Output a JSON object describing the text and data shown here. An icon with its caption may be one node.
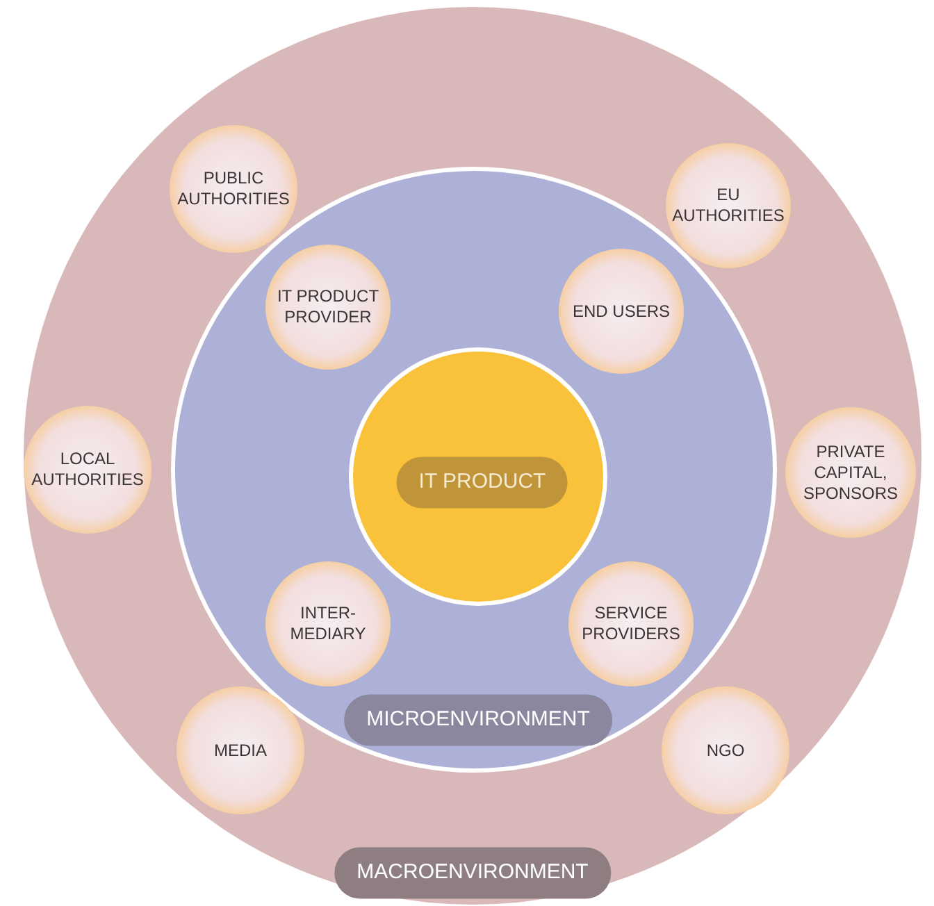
{
  "diagram": {
    "nodes": [
      {
        "text": [
          "MACROENVIRONMENT"
        ]
      },
      {
        "text": [
          "PUBLIC AUTHORITIES"
        ],
        "in": 0
      },
      {
        "text": [
          "EU AUTHORITIES"
        ],
        "in": 0
      },
      {
        "text": [
          "LOCAL AUTHORITIES"
        ],
        "in": 0
      },
      {
        "text": [
          "PRIVATE CAPITAL, SPONSORS"
        ],
        "in": 0
      },
      {
        "text": [
          "MEDIA"
        ],
        "in": 0
      },
      {
        "text": [
          "NGO"
        ],
        "in": 0
      },
      {
        "text": [
          "MICROENVIRONMENT"
        ],
        "in": 0
      },
      {
        "text": [
          "IT PRODUCT PROVIDER"
        ],
        "in": 7
      },
      {
        "text": [
          "END USERS"
        ],
        "in": 7
      },
      {
        "text": [
          "INTER- MEDIARY"
        ],
        "in": 7
      },
      {
        "text": [
          "SERVICE PROVIDERS"
        ],
        "in": 7
      },
      {
        "text": [
          "IT PRODUCT"
        ],
        "in": 7
      }
    ]
  }
}
